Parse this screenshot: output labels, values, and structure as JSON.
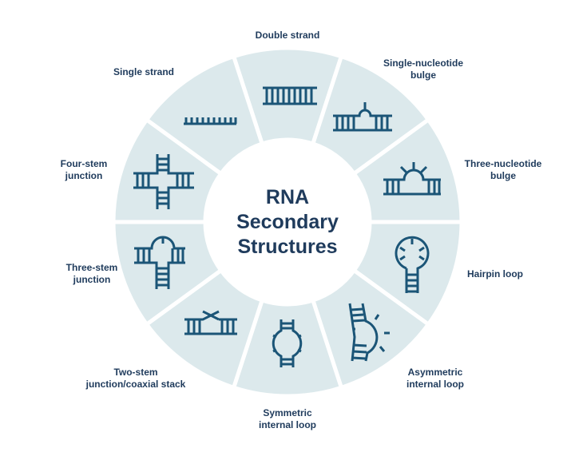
{
  "title": "RNA\nSecondary\nStructures",
  "segments": [
    {
      "id": "double-strand",
      "label": "Double strand"
    },
    {
      "id": "single-nucleotide-bulge",
      "label": "Single-nucleotide\nbulge"
    },
    {
      "id": "three-nucleotide-bulge",
      "label": "Three-nucleotide\nbulge"
    },
    {
      "id": "hairpin-loop",
      "label": "Hairpin loop"
    },
    {
      "id": "asymmetric-internal-loop",
      "label": "Asymmetric\ninternal loop"
    },
    {
      "id": "symmetric-internal-loop",
      "label": "Symmetric\ninternal loop"
    },
    {
      "id": "two-stem-junction",
      "label": "Two-stem\njunction/coaxial stack"
    },
    {
      "id": "three-stem-junction",
      "label": "Three-stem\njunction"
    },
    {
      "id": "four-stem-junction",
      "label": "Four-stem\njunction"
    },
    {
      "id": "single-strand",
      "label": "Single strand"
    }
  ],
  "colors": {
    "segment": "#dce9ec",
    "icon": "#1b5577",
    "text": "#1f3b5c"
  }
}
